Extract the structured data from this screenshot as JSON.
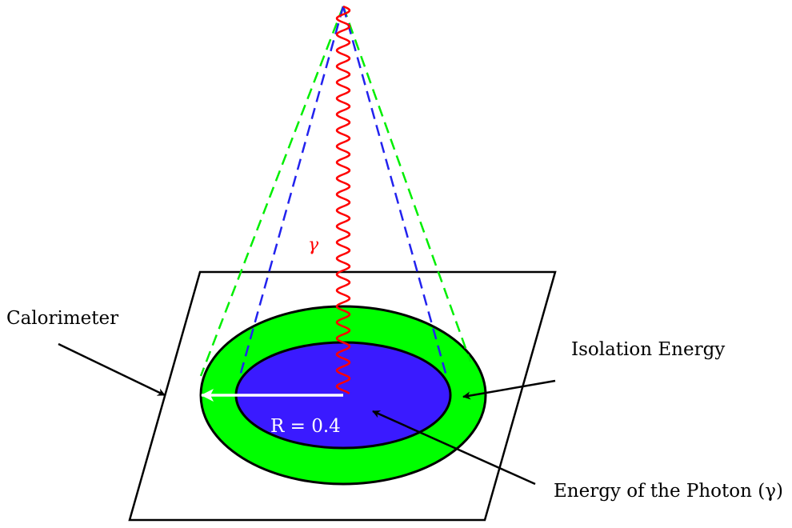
{
  "labels": {
    "calorimeter": "Calorimeter",
    "isolation_energy": "Isolation Energy",
    "photon_energy": "Energy of the Photon (γ)",
    "radius": "R = 0.4",
    "gamma": "γ"
  },
  "colors": {
    "isolation_ring": "#00ff00",
    "photon_core": "#3a1aff",
    "photon_line": "#ff0000",
    "outline": "#000000",
    "radius_arrow": "#ffffff",
    "outer_cone": "#00ee00",
    "inner_cone": "#2222ee"
  }
}
